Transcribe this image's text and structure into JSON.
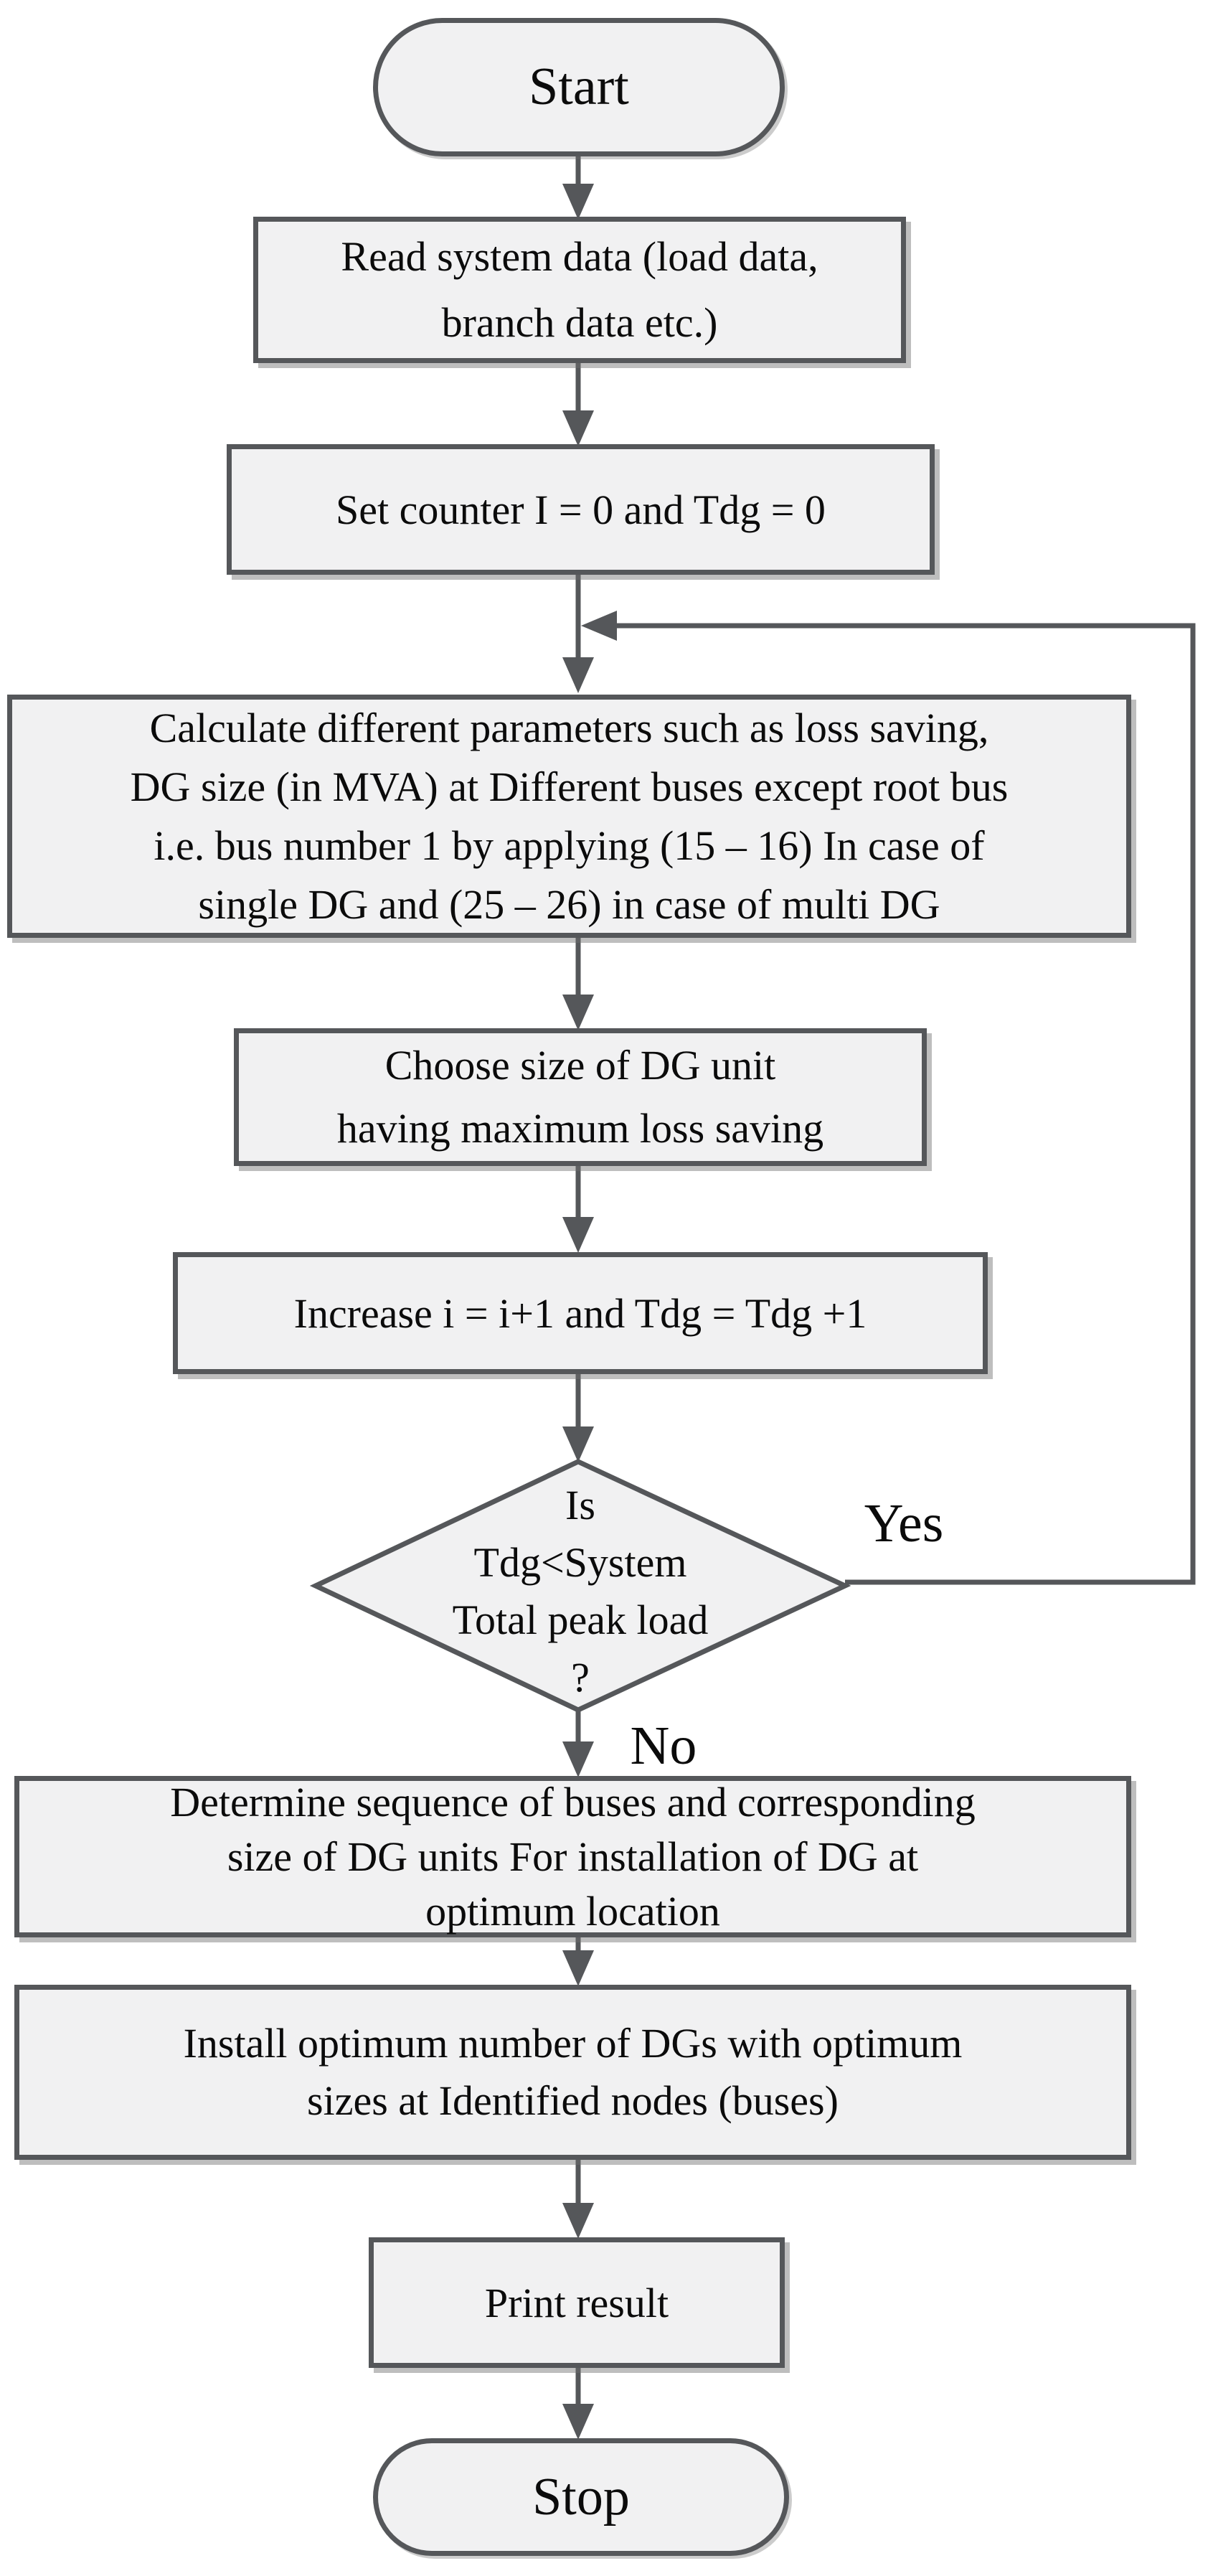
{
  "figure": {
    "type": "flowchart",
    "description": "Algorithm flowchart for optimum DG placement and sizing"
  },
  "colors": {
    "node_fill": "#f1f1f2",
    "node_border": "#55575a",
    "arrow": "#55575a",
    "text": "#0b0b0b",
    "background": "#ffffff"
  },
  "nodes": {
    "start": {
      "shape": "terminator",
      "label": "Start"
    },
    "read": {
      "shape": "process",
      "lines": [
        "Read system data (load data,",
        "branch data etc.)"
      ]
    },
    "set_counter": {
      "shape": "process",
      "lines": [
        "Set counter I = 0 and Tdg = 0"
      ]
    },
    "calculate": {
      "shape": "process",
      "lines": [
        "Calculate different parameters such as loss saving,",
        "DG size (in MVA) at Different buses except root bus",
        "i.e. bus number 1 by applying (15 – 16) In case of",
        "single DG and (25 – 26) in case of multi DG"
      ]
    },
    "choose": {
      "shape": "process",
      "lines": [
        "Choose size of DG unit",
        "having maximum loss saving"
      ]
    },
    "increase": {
      "shape": "process",
      "lines": [
        "Increase i = i+1 and Tdg = Tdg +1"
      ]
    },
    "decision": {
      "shape": "decision",
      "lines": [
        "Is",
        "Tdg<System",
        "Total peak load",
        "?"
      ]
    },
    "determine": {
      "shape": "process",
      "lines": [
        "Determine sequence of buses and corresponding",
        "size of DG units For installation of DG at",
        "optimum location"
      ]
    },
    "install": {
      "shape": "process",
      "lines": [
        "Install optimum number of DGs with optimum",
        "sizes at Identified nodes (buses)"
      ]
    },
    "print": {
      "shape": "process",
      "lines": [
        "Print result"
      ]
    },
    "stop": {
      "shape": "terminator",
      "label": "Stop"
    }
  },
  "edges": {
    "yes_label": "Yes",
    "no_label": "No"
  }
}
